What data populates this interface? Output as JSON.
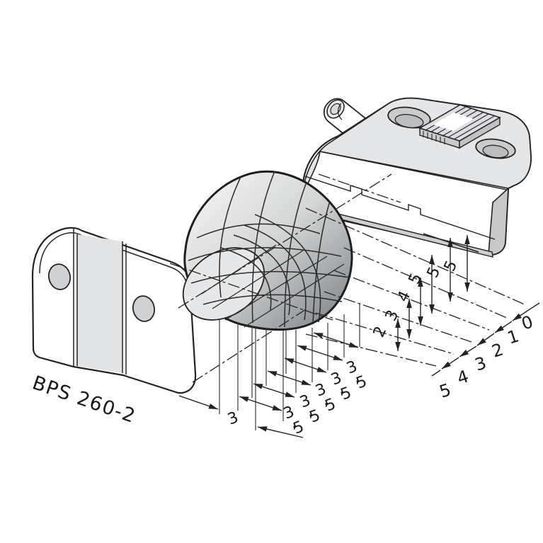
{
  "figure": {
    "type": "isometric-sensing-field-drawing",
    "product_label": "BPS 260-2"
  },
  "dimensions": {
    "bottom_spacing_first": "3",
    "bottom_spacing_chain": [
      "3,5",
      "3,5",
      "3,5",
      "3,5",
      "3,5"
    ],
    "heights": [
      "2",
      "3",
      "4",
      "5",
      "5",
      "5"
    ],
    "axis_scale": [
      "5",
      "4",
      "3",
      "2",
      "1",
      "0"
    ]
  },
  "colors": {
    "outline": "#232323",
    "body_light": "#e4e5e6",
    "body_mid": "#d6d8d9",
    "body_dark": "#c5c7c9",
    "dome_gradient_light": "#f3f3f4",
    "dome_gradient_dark": "#84878a",
    "background": "#ffffff",
    "text": "#1a1a1a"
  }
}
